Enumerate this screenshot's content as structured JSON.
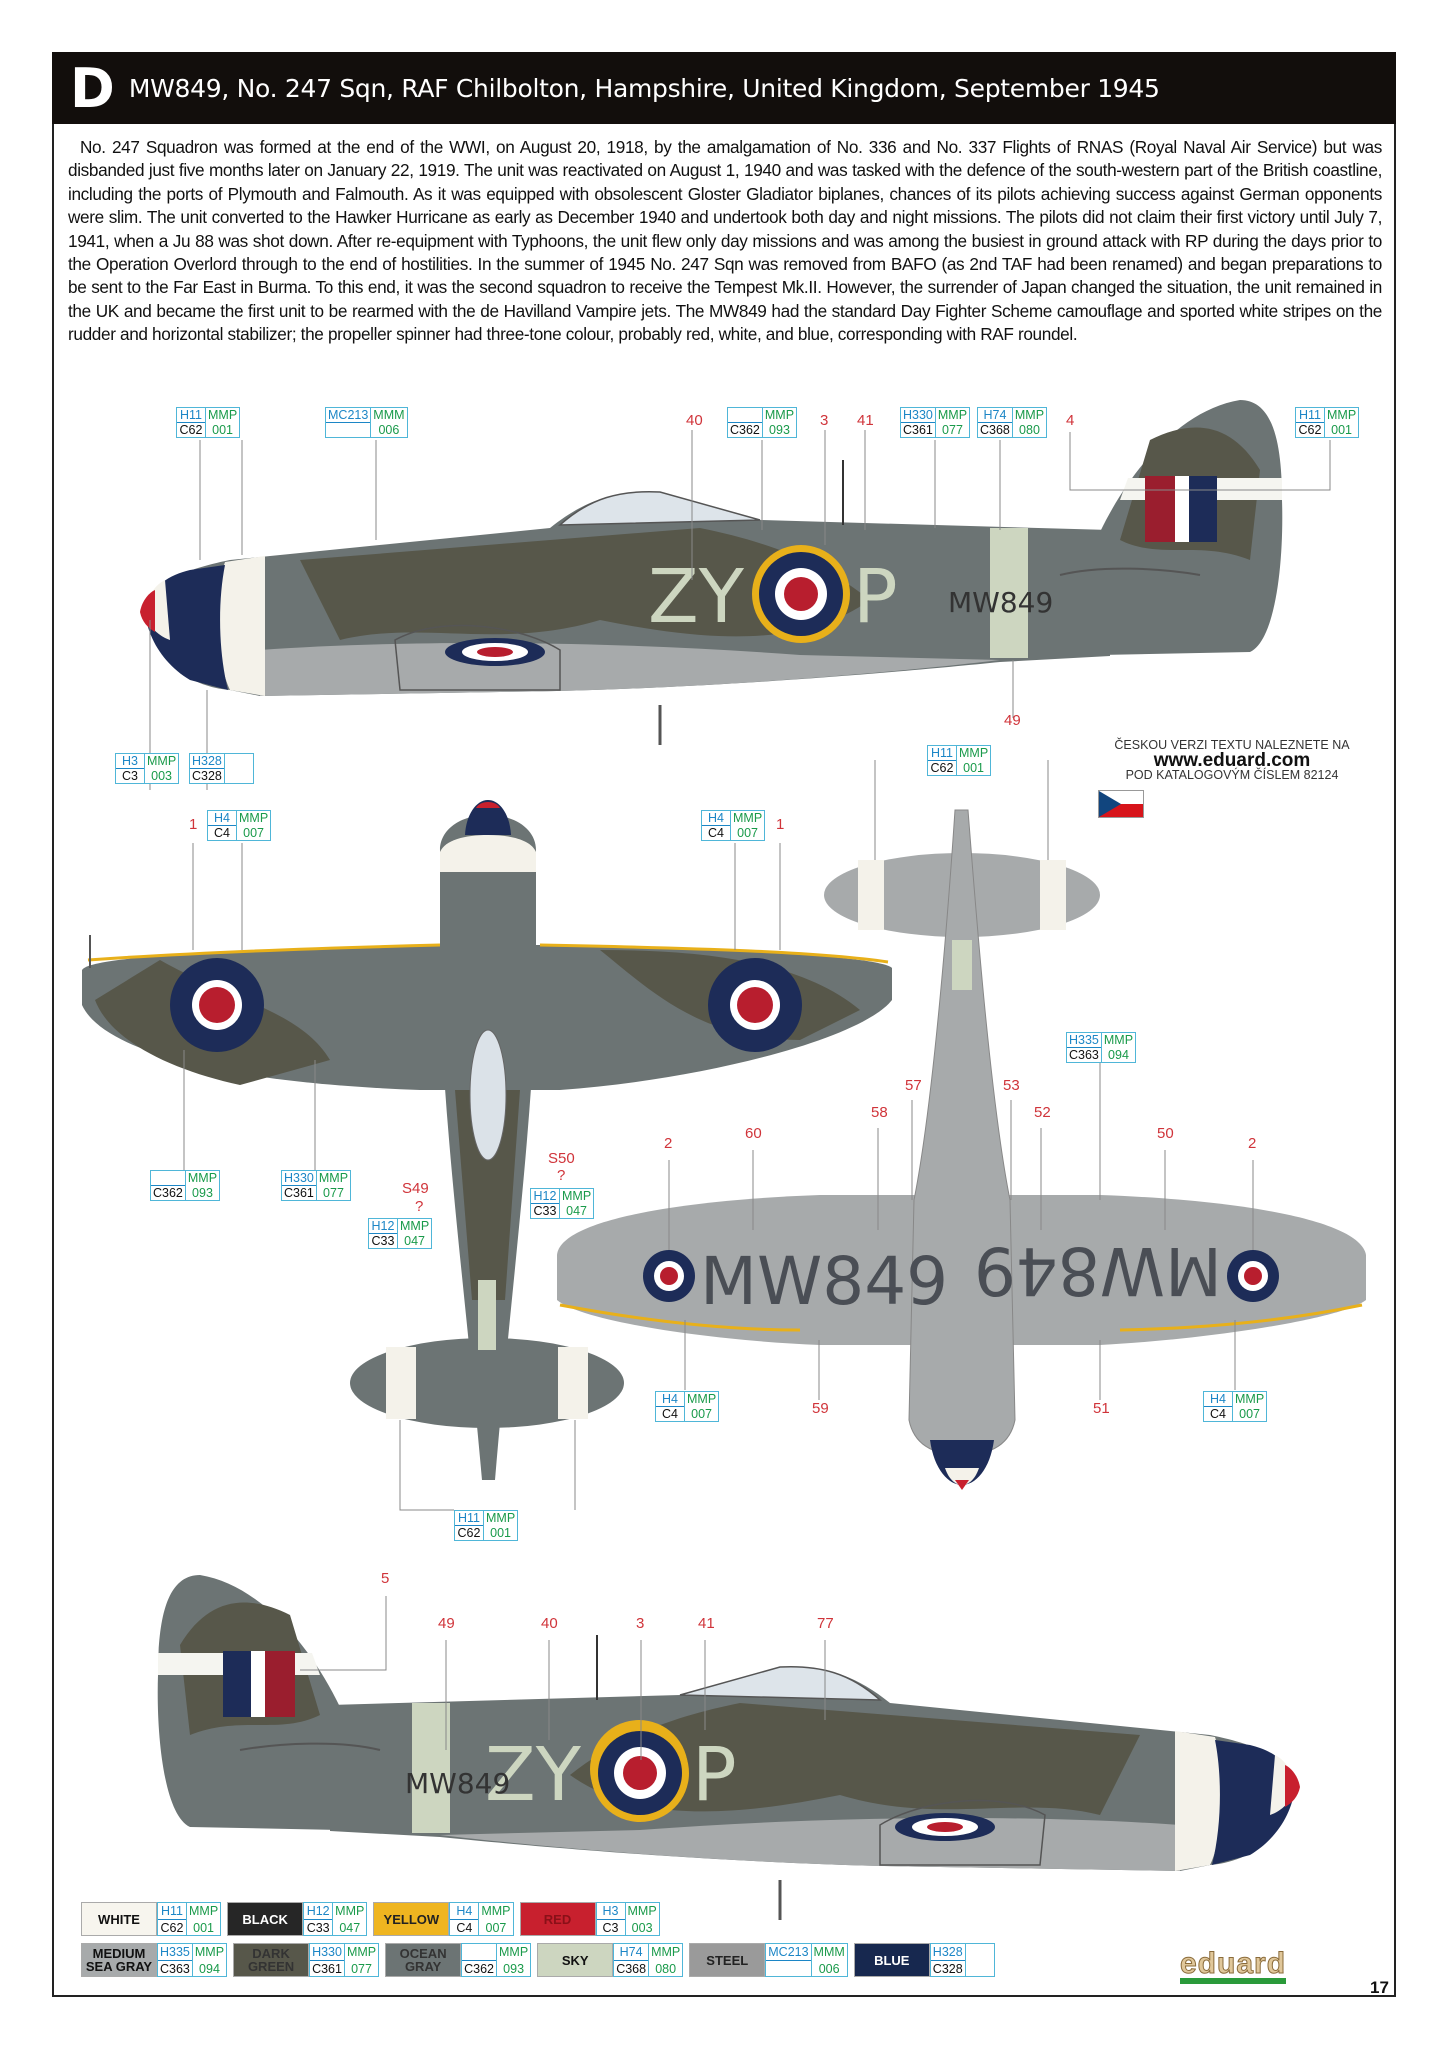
{
  "header": {
    "letter": "D",
    "title": "MW849, No. 247 Sqn, RAF Chilbolton, Hampshire, United Kingdom, September 1945"
  },
  "description": "No. 247 Squadron was formed at the end of the WWI, on August 20, 1918, by the amalgamation of No. 336 and No. 337 Flights of RNAS (Royal Naval Air Service) but was disbanded just five months later on January 22, 1919. The unit was reactivated on August 1, 1940 and was tasked with the defence of the south-western part of the British coastline, including the ports of Plymouth and Falmouth. As it was equipped with obsolescent Gloster Gladiator biplanes, chances of its pilots achieving success against German opponents were slim. The unit converted to the Hawker Hurricane as early as December 1940 and undertook both day and night missions. The pilots did not claim their first victory until July 7, 1941, when a Ju 88 was shot down. After re-equipment with Typhoons, the unit flew only day missions and was among the busiest in ground attack with RP during the days prior to the Operation Overlord through to the end of hostilities. In the summer of 1945 No. 247 Sqn was removed from BAFO (as 2nd TAF had been renamed) and began preparations to be sent to the Far East in Burma. To this end, it was the second squadron to receive the Tempest Mk.II. However, the surrender of Japan changed the situation, the unit remained in the UK and became the first unit to be rearmed with the de Havilland Vampire jets. The MW849 had the standard Day Fighter Scheme camouflage and sported white stripes on the rudder and horizontal stabilizer; the propeller spinner had three-tone colour, probably red, white, and blue, corresponding with RAF roundel.",
  "markings": {
    "code_left": "ZY",
    "code_right": "P",
    "serial": "MW849"
  },
  "czech_note": {
    "line1": "ČESKOU VERZI TEXTU NALEZNETE NA",
    "url": "www.eduard.com",
    "line2": "POD KATALOGOVÝM ČÍSLEM 82124"
  },
  "callouts": [
    {
      "tl": "H11",
      "bl": "C62",
      "tr": "MMP",
      "br": "001"
    },
    {
      "tl": "MC213",
      "bl": "",
      "tr": "MMM",
      "br": "006"
    },
    {
      "tl": "",
      "bl": "C362",
      "tr": "MMP",
      "br": "093"
    },
    {
      "tl": "H330",
      "bl": "C361",
      "tr": "MMP",
      "br": "077"
    },
    {
      "tl": "H74",
      "bl": "C368",
      "tr": "MMP",
      "br": "080"
    },
    {
      "tl": "H11",
      "bl": "C62",
      "tr": "MMP",
      "br": "001"
    },
    {
      "tl": "H3",
      "bl": "C3",
      "tr": "MMP",
      "br": "003"
    },
    {
      "tl": "H328",
      "bl": "C328",
      "tr": "",
      "br": ""
    },
    {
      "tl": "H11",
      "bl": "C62",
      "tr": "MMP",
      "br": "001"
    },
    {
      "tl": "H4",
      "bl": "C4",
      "tr": "MMP",
      "br": "007"
    },
    {
      "tl": "H4",
      "bl": "C4",
      "tr": "MMP",
      "br": "007"
    },
    {
      "tl": "",
      "bl": "C362",
      "tr": "MMP",
      "br": "093"
    },
    {
      "tl": "H330",
      "bl": "C361",
      "tr": "MMP",
      "br": "077"
    },
    {
      "tl": "H12",
      "bl": "C33",
      "tr": "MMP",
      "br": "047"
    },
    {
      "tl": "H12",
      "bl": "C33",
      "tr": "MMP",
      "br": "047"
    },
    {
      "tl": "H11",
      "bl": "C62",
      "tr": "MMP",
      "br": "001"
    },
    {
      "tl": "H335",
      "bl": "C363",
      "tr": "MMP",
      "br": "094"
    },
    {
      "tl": "H4",
      "bl": "C4",
      "tr": "MMP",
      "br": "007"
    },
    {
      "tl": "H4",
      "bl": "C4",
      "tr": "MMP",
      "br": "007"
    }
  ],
  "stencil_numbers": [
    "40",
    "3",
    "41",
    "4",
    "49",
    "1",
    "1",
    "S49",
    "?",
    "S50",
    "?",
    "57",
    "53",
    "58",
    "52",
    "60",
    "50",
    "2",
    "2",
    "59",
    "51",
    "5",
    "49",
    "40",
    "3",
    "41",
    "77"
  ],
  "legend": [
    [
      {
        "name": "WHITE",
        "color": "#f7f5ee",
        "text_color": "#111",
        "tl": "H11",
        "bl": "C62",
        "tr": "MMP",
        "br": "001"
      },
      {
        "name": "BLACK",
        "color": "#262626",
        "text_color": "#fff",
        "tl": "H12",
        "bl": "C33",
        "tr": "MMP",
        "br": "047"
      },
      {
        "name": "YELLOW",
        "color": "#efb520",
        "text_color": "#222",
        "tl": "H4",
        "bl": "C4",
        "tr": "MMP",
        "br": "007"
      },
      {
        "name": "RED",
        "color": "#c8202e",
        "text_color": "#8a1018",
        "tl": "H3",
        "bl": "C3",
        "tr": "MMP",
        "br": "003"
      }
    ],
    [
      {
        "name": "MEDIUM SEA GRAY",
        "color": "#a7aaab",
        "text_color": "#111",
        "tl": "H335",
        "bl": "C363",
        "tr": "MMP",
        "br": "094"
      },
      {
        "name": "DARK GREEN",
        "color": "#57574a",
        "text_color": "#333",
        "tl": "H330",
        "bl": "C361",
        "tr": "MMP",
        "br": "077"
      },
      {
        "name": "OCEAN GRAY",
        "color": "#6c7474",
        "text_color": "#333",
        "tl": "",
        "bl": "C362",
        "tr": "MMP",
        "br": "093"
      },
      {
        "name": "SKY",
        "color": "#cdd6c0",
        "text_color": "#111",
        "tl": "H74",
        "bl": "C368",
        "tr": "MMP",
        "br": "080"
      },
      {
        "name": "STEEL",
        "color": "#9a9a9a",
        "text_color": "#222",
        "tl": "MC213",
        "bl": "",
        "tr": "MMM",
        "br": "006"
      },
      {
        "name": "BLUE",
        "color": "#17284f",
        "text_color": "#fff",
        "tl": "H328",
        "bl": "C328",
        "tr": "",
        "br": ""
      }
    ]
  ],
  "brand": "eduard",
  "page_number": "17",
  "colors": {
    "ocean_gray": "#6c7474",
    "dark_green": "#57574a",
    "sea_gray": "#a7aaab",
    "sky": "#cdd6c0",
    "roundel_blue": "#1d2c58",
    "roundel_red": "#b81e2e",
    "yellow": "#e8b01a",
    "callout_blue": "#1c86c6",
    "callout_green": "#199a4a",
    "number_red": "#d0343a"
  }
}
